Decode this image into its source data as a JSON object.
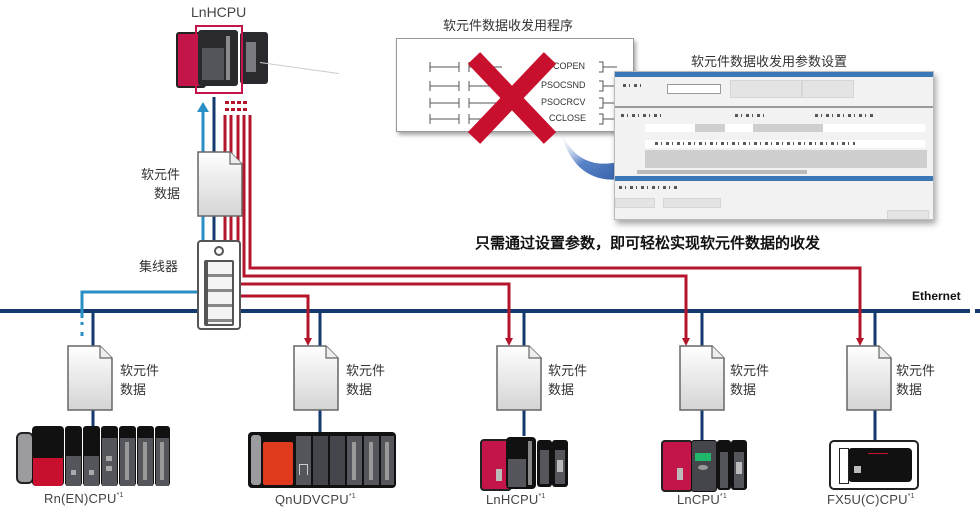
{
  "top_cpu": {
    "label": "LnHCPU"
  },
  "program_box": {
    "title": "软元件数据收发用程序",
    "instructions": [
      "COPEN",
      "PSOCSND",
      "PSOCRCV",
      "CCLOSE"
    ],
    "crossed_out": true,
    "cross_color": "#c8102e"
  },
  "param_window": {
    "title": "软元件数据收发用参数设置"
  },
  "headline": "只需通过设置参数，即可轻松实现软元件数据的收发",
  "hub": {
    "label": "集线器"
  },
  "network": {
    "label": "Ethernet"
  },
  "top_doc": {
    "label_line1": "软元件",
    "label_line2": "数据"
  },
  "stations": [
    {
      "cpu": "Rn(EN)CPU",
      "note": "*1",
      "doc_line1": "软元件",
      "doc_line2": "数据"
    },
    {
      "cpu": "QnUDVCPU",
      "note": "*1",
      "doc_line1": "软元件",
      "doc_line2": "数据"
    },
    {
      "cpu": "LnHCPU",
      "note": "*1",
      "doc_line1": "软元件",
      "doc_line2": "数据"
    },
    {
      "cpu": "LnCPU",
      "note": "*1",
      "doc_line1": "软元件",
      "doc_line2": "数据"
    },
    {
      "cpu": "FX5U(C)CPU",
      "note": "*1",
      "doc_line1": "软元件",
      "doc_line2": "数据"
    }
  ],
  "colors": {
    "ethernet": "#13396e",
    "light_blue": "#2a8fc4",
    "red": "#b5152b",
    "plc_red": "#c4154a",
    "plc_dark": "#3a3a3f"
  }
}
